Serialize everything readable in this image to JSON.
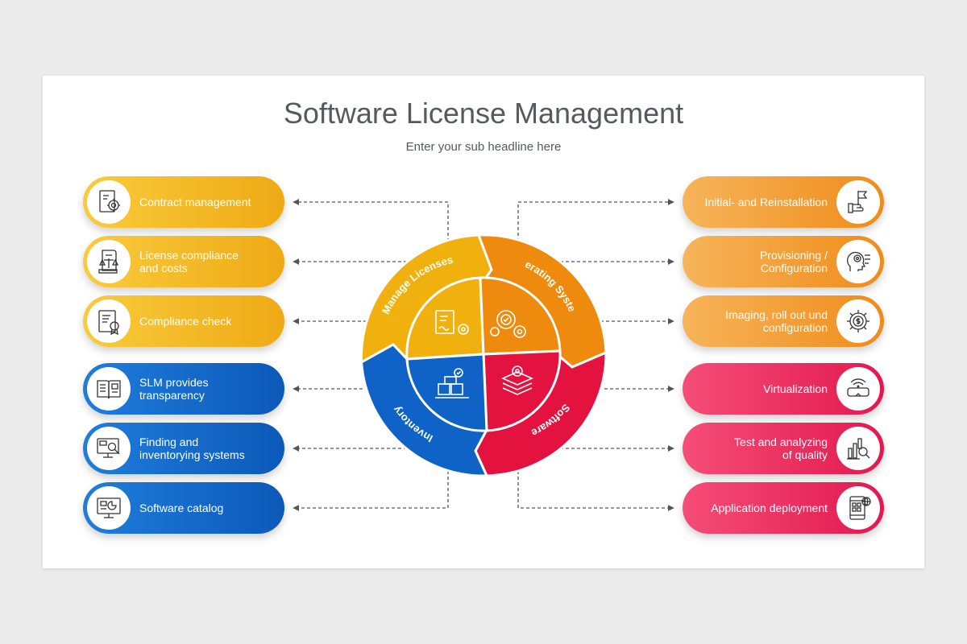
{
  "title": "Software License Management",
  "subtitle": "Enter your sub headline here",
  "left_items": [
    {
      "label": "Contract management",
      "icon": "contract-gear-icon",
      "color": "#f1b21f"
    },
    {
      "label": "License compliance\nand costs",
      "icon": "scales-document-icon",
      "color": "#f1b21f"
    },
    {
      "label": "Compliance check",
      "icon": "certificate-icon",
      "color": "#f1b21f"
    },
    {
      "label": "SLM provides\ntransparency",
      "icon": "open-book-icon",
      "color": "#1565c8"
    },
    {
      "label": "Finding and\ninventorying systems",
      "icon": "monitor-search-icon",
      "color": "#1565c8"
    },
    {
      "label": "Software catalog",
      "icon": "monitor-catalog-icon",
      "color": "#1565c8"
    }
  ],
  "right_items": [
    {
      "label": "Initial- and Reinstallation",
      "icon": "hand-flag-icon",
      "color": "#f29a2c"
    },
    {
      "label": "Provisioning /\nConfiguration",
      "icon": "head-gear-icon",
      "color": "#f29a2c"
    },
    {
      "label": "Imaging, roll out und\nconfiguration",
      "icon": "dollar-gear-icon",
      "color": "#f29a2c"
    },
    {
      "label": "Virtualization",
      "icon": "vr-headset-icon",
      "color": "#e8245a"
    },
    {
      "label": "Test and analyzing\nof quality",
      "icon": "bar-chart-magnifier-icon",
      "color": "#e8245a"
    },
    {
      "label": "Application deployment",
      "icon": "phone-apps-icon",
      "color": "#e8245a"
    }
  ],
  "wheel": {
    "segments": [
      {
        "label": "Manage Licenses",
        "color": "#f0b10e",
        "icon": "document-gear-icon"
      },
      {
        "label": "Operating System",
        "color": "#ee8a0d",
        "icon": "gears-check-icon"
      },
      {
        "label": "Software",
        "color": "#e3123f",
        "icon": "layers-gear-icon"
      },
      {
        "label": "Inventory",
        "color": "#0f63c6",
        "icon": "boxes-check-icon"
      }
    ]
  }
}
